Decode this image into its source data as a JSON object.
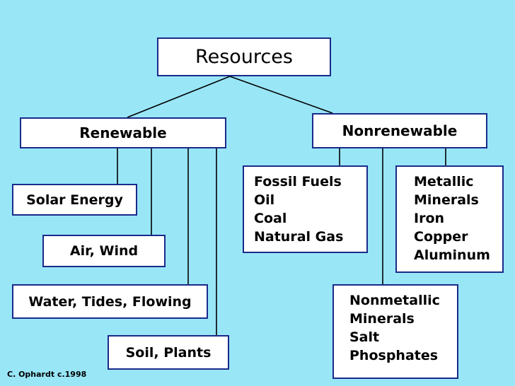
{
  "diagram": {
    "root": {
      "label": "Resources"
    },
    "renewable": {
      "label": "Renewable",
      "children": [
        "Solar Energy",
        "Air, Wind",
        "Water, Tides, Flowing",
        "Soil, Plants"
      ]
    },
    "nonrenewable": {
      "label": "Nonrenewable",
      "fossil_fuels": {
        "items": [
          "Fossil Fuels",
          "Oil",
          "Coal",
          "Natural Gas"
        ]
      },
      "metallic": {
        "items": [
          "Metallic",
          "Minerals",
          "Iron",
          "Copper",
          "Aluminum"
        ]
      },
      "nonmetallic": {
        "items": [
          "Nonmetallic",
          "Minerals",
          "Salt",
          "Phosphates"
        ]
      }
    },
    "credit": "C. Ophardt c.1998",
    "colors": {
      "background": "#99e6f7",
      "box_fill": "#ffffff",
      "box_border": "#1a2a8a",
      "connector": "#000000"
    }
  }
}
